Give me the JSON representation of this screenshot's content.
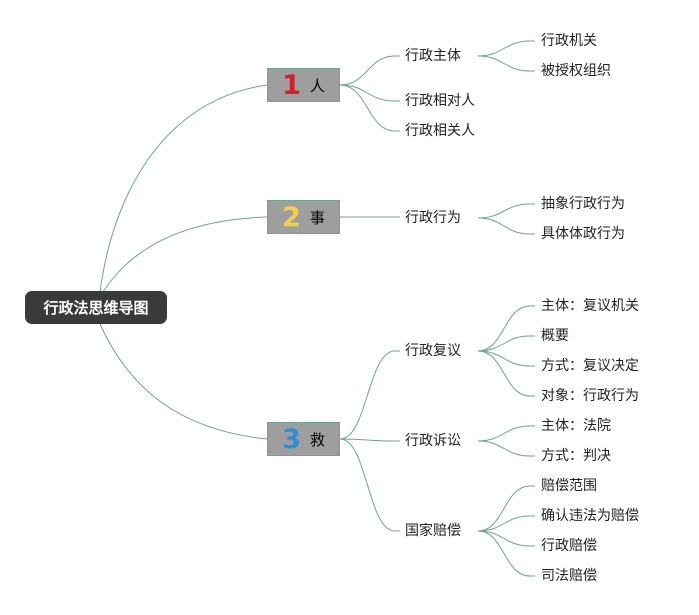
{
  "root": {
    "label": "行政法思维导图"
  },
  "colors": {
    "line": "#6ea58d",
    "root_bg": "#3a3a3a",
    "branch_bg": "#9e9e9e"
  },
  "branches": [
    {
      "num": "1",
      "num_color": "#d21f2a",
      "label": "人"
    },
    {
      "num": "2",
      "num_color": "#f1cf4a",
      "label": "事"
    },
    {
      "num": "3",
      "num_color": "#2f8fd6",
      "label": "救"
    }
  ],
  "subs": [
    "行政主体",
    "行政相对人",
    "行政相关人",
    "行政行为",
    "行政复议",
    "行政诉讼",
    "国家赔偿"
  ],
  "leaves": [
    "行政机关",
    "被授权组织",
    "抽象行政行为",
    "具体体政行为",
    "主体：复议机关",
    "概要",
    "方式：复议决定",
    "对象：行政行为",
    "主体：法院",
    "方式：判决",
    "赔偿范围",
    "确认违法为赔偿",
    "行政赔偿",
    "司法赔偿"
  ]
}
